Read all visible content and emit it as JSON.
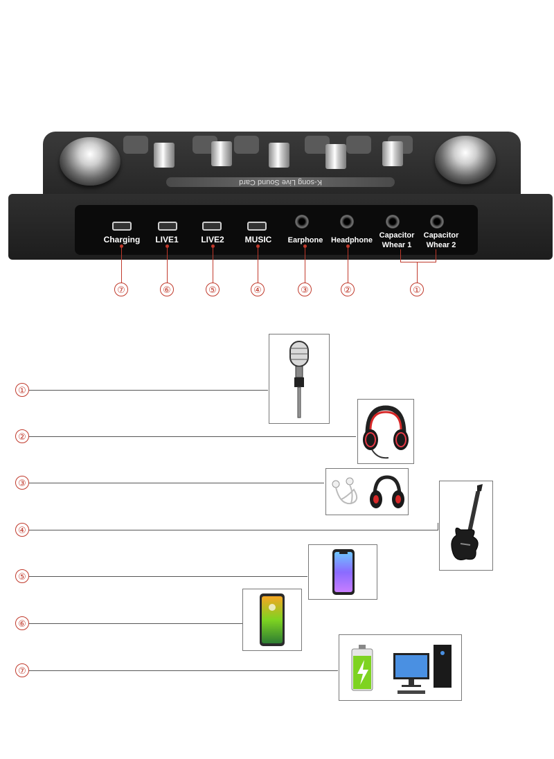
{
  "device": {
    "brand_text": "K-song Live Sound Card",
    "ports": [
      {
        "id": "7",
        "label": "Charging"
      },
      {
        "id": "6",
        "label": "LIVE1"
      },
      {
        "id": "5",
        "label": "LIVE2"
      },
      {
        "id": "4",
        "label": "MUSIC"
      },
      {
        "id": "3",
        "label": "Earphone"
      },
      {
        "id": "2",
        "label": "Headphone"
      },
      {
        "id": "1a",
        "label_line1": "Capacitor",
        "label_line2": "Whear 1"
      },
      {
        "id": "1b",
        "label_line1": "Capacitor",
        "label_line2": "Whear 2"
      }
    ]
  },
  "callouts": [
    "⑦",
    "⑥",
    "⑤",
    "④",
    "③",
    "②",
    "①"
  ],
  "legend": [
    {
      "num": "①",
      "device": "microphone"
    },
    {
      "num": "②",
      "device": "gaming-headset"
    },
    {
      "num": "③",
      "device": "earphones-and-headphones"
    },
    {
      "num": "④",
      "device": "electric-guitar"
    },
    {
      "num": "⑤",
      "device": "smartphone"
    },
    {
      "num": "⑥",
      "device": "smartphone-android"
    },
    {
      "num": "⑦",
      "device": "battery-and-computer"
    }
  ],
  "colors": {
    "accent": "#c0392b",
    "device_body": "#2a2a2a",
    "panel": "#0b0b0b"
  }
}
